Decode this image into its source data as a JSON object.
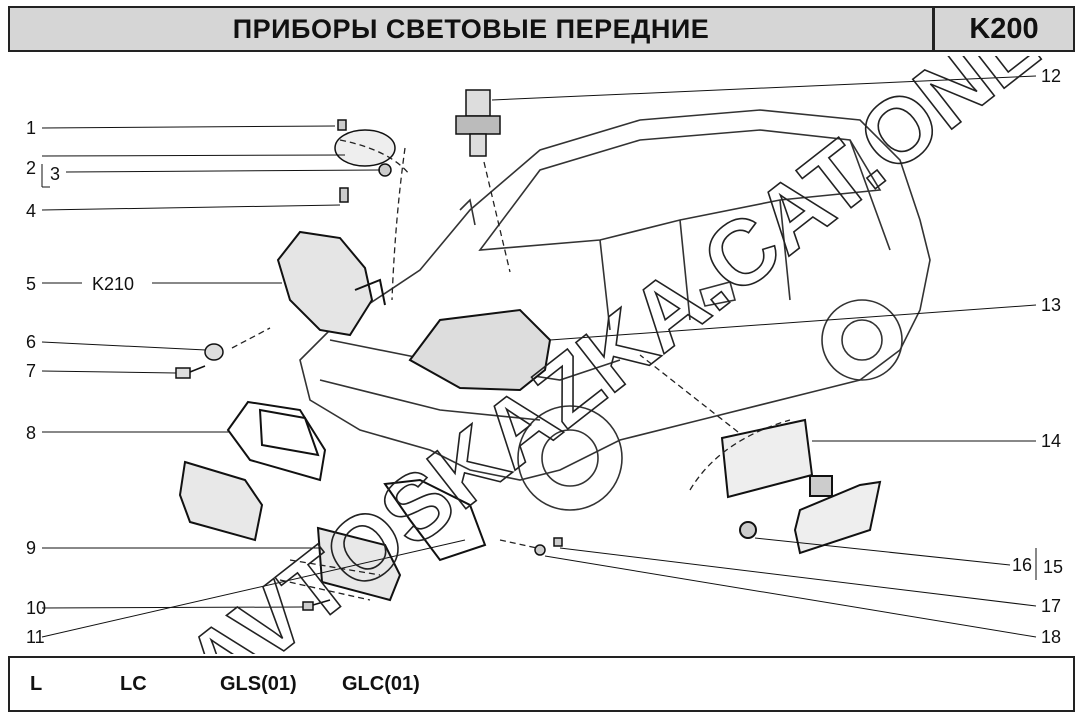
{
  "header": {
    "title": "ПРИБОРЫ СВЕТОВЫЕ ПЕРЕДНИЕ",
    "code": "K200"
  },
  "callouts": {
    "c1": "1",
    "c2": "2",
    "c3": "3",
    "c4": "4",
    "c5": "5",
    "c5ref": "K210",
    "c6": "6",
    "c7": "7",
    "c8": "8",
    "c9": "9",
    "c10": "10",
    "c11": "11",
    "c12": "12",
    "c13": "13",
    "c14": "14",
    "c15": "15",
    "c16": "16",
    "c17": "17",
    "c18": "18"
  },
  "watermark": "AVTOSKAZKA.CAT.ONLINE",
  "footer": {
    "trims": [
      "L",
      "LC",
      "GLS(01)",
      "GLC(01)"
    ]
  }
}
